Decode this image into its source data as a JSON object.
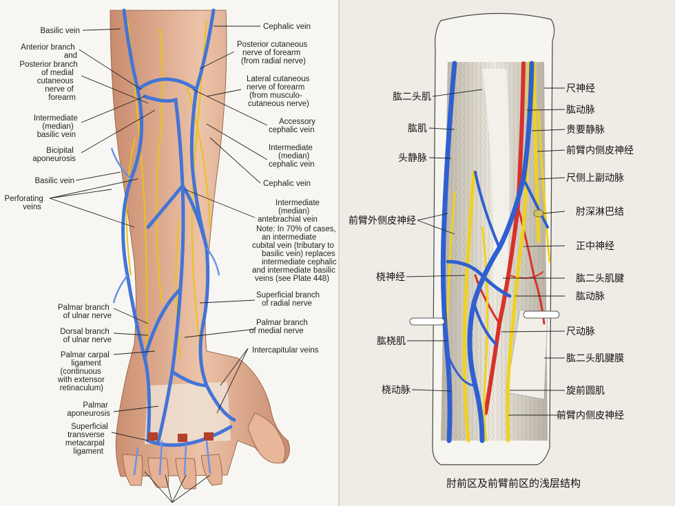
{
  "left_figure": {
    "left_labels": [
      [
        "Basilic vein"
      ],
      [
        "Anterior branch",
        "and"
      ],
      [
        "Posterior branch",
        "of medial",
        "cutaneous",
        "nerve of",
        "forearm"
      ],
      [
        "Intermediate",
        "(median)",
        "basilic vein"
      ],
      [
        "Bicipital",
        "aponeurosis"
      ],
      [
        "Basilic vein"
      ],
      [
        "Perforating",
        "veins"
      ],
      [
        "Palmar branch",
        "of ulnar nerve"
      ],
      [
        "Dorsal branch",
        "of ulnar nerve"
      ],
      [
        "Palmar carpal",
        "ligament",
        "(continuous",
        "with extensor",
        "retinaculum)"
      ],
      [
        "Palmar",
        "aponeurosis"
      ],
      [
        "Superficial",
        "transverse",
        "metacarpal",
        "ligament"
      ]
    ],
    "right_labels": [
      [
        "Cephalic vein"
      ],
      [
        "Posterior cutaneous",
        "nerve of forearm",
        "(from radial nerve)"
      ],
      [
        "Lateral cutaneous",
        "nerve of forearm",
        "(from musculo-",
        "cutaneous nerve)"
      ],
      [
        "Accessory",
        "cephalic vein"
      ],
      [
        "Intermediate",
        "(median)",
        "cephalic vein"
      ],
      [
        "Cephalic vein"
      ],
      [
        "Intermediate",
        "(median)",
        "antebrachial vein"
      ],
      [
        "Note: In 70% of cases,",
        "an intermediate",
        "cubital vein (tributary to",
        "basilic vein) replaces",
        "intermediate cephalic",
        "and intermediate basilic",
        "veins (see Plate 448)"
      ],
      [
        "Superficial branch",
        "of radial nerve"
      ],
      [
        "Palmar branch",
        "of medial nerve"
      ],
      [
        "Intercapitular veins"
      ]
    ]
  },
  "right_figure": {
    "left_labels": [
      "肱二头肌",
      "肱肌",
      "头静脉",
      "前臂外侧皮神经",
      "桡神经",
      "肱桡肌",
      "桡动脉"
    ],
    "right_labels": [
      "尺神经",
      "肱动脉",
      "贵要静脉",
      "前臂内侧皮神经",
      "尺侧上副动脉",
      "肘深淋巴结",
      "正中神经",
      "肱二头肌腱",
      "肱动脉",
      "尺动脉",
      "肱二头肌腱膜",
      "旋前圆肌",
      "前臂内侧皮神经"
    ],
    "caption": "肘前区及前臂前区的浅层结构"
  },
  "colors": {
    "vein": "#3f6fd8",
    "artery": "#d8312a",
    "nerve": "#f0d21c",
    "skin": "#e7b89c",
    "muscle": "#d9d3c6"
  }
}
